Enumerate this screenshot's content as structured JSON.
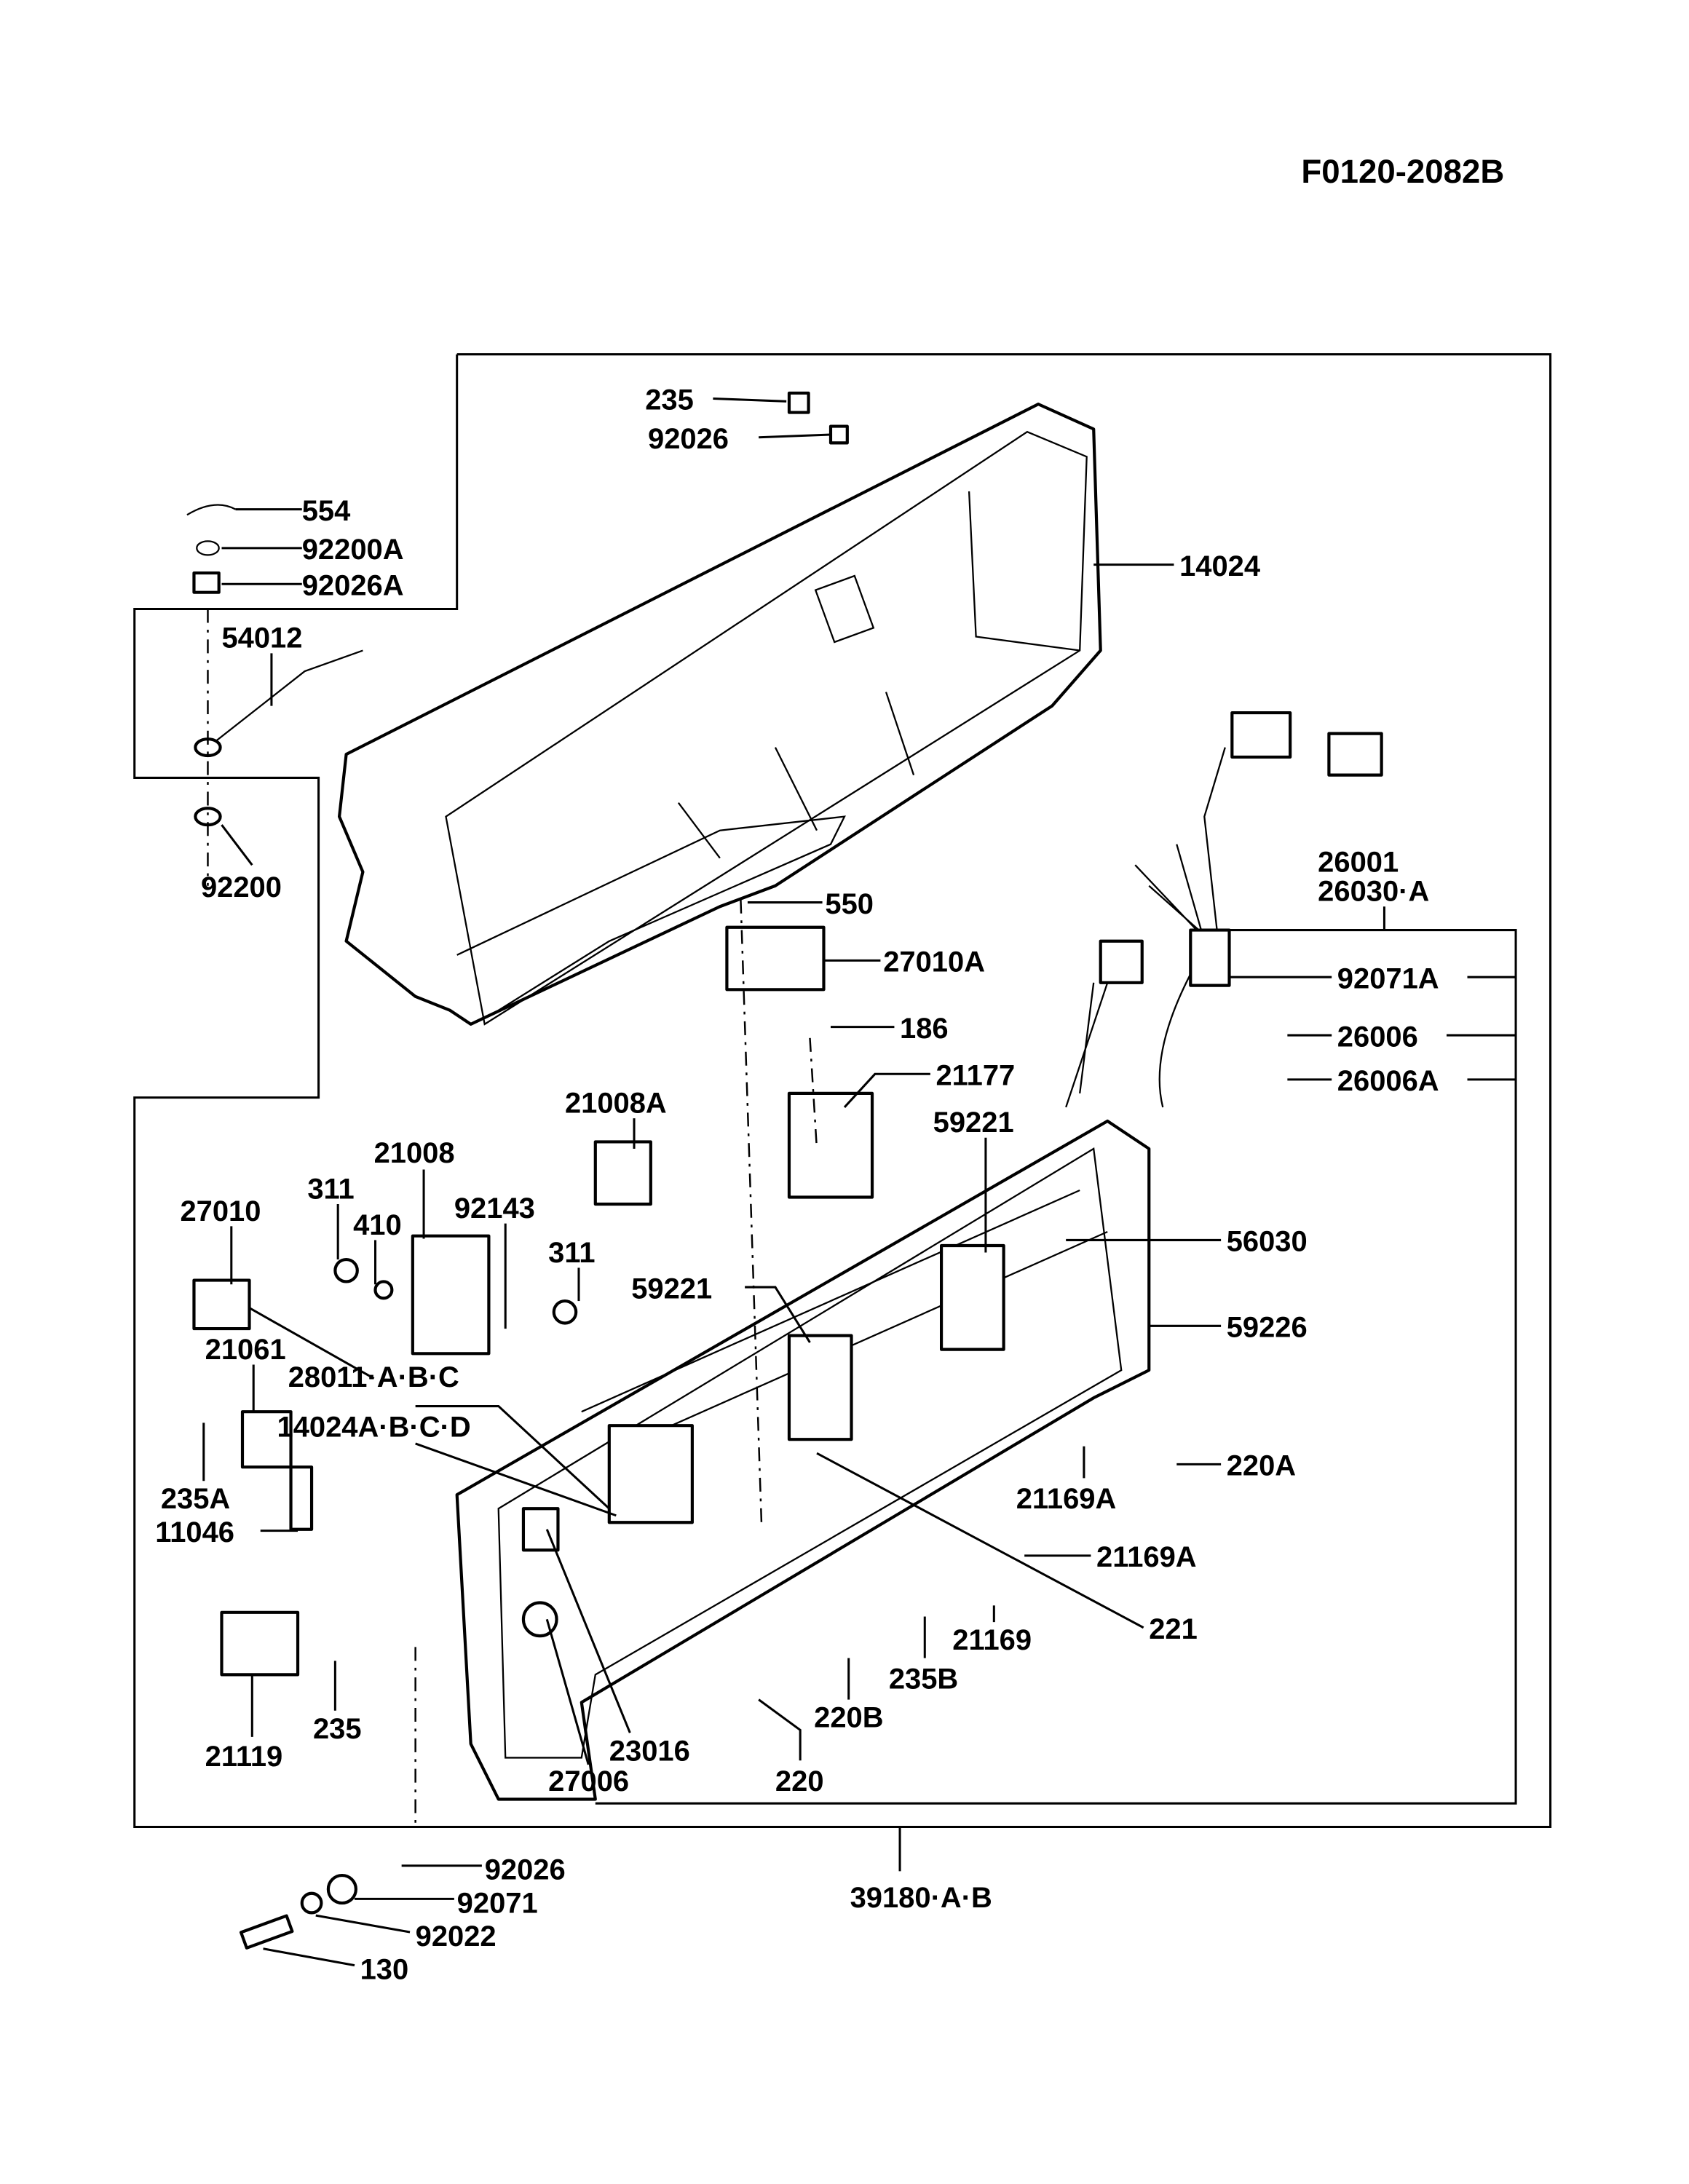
{
  "diagram_code": "F0120-2082B",
  "labels": {
    "p235_top": "235",
    "p92026_top": "92026",
    "p554": "554",
    "p92200A": "92200A",
    "p92026A": "92026A",
    "p54012": "54012",
    "p92200": "92200",
    "p14024": "14024",
    "p26001": "26001",
    "p26030A": "26030·A",
    "p550": "550",
    "p27010A": "27010A",
    "p92071A": "92071A",
    "p186": "186",
    "p26006": "26006",
    "p21177": "21177",
    "p26006A": "26006A",
    "p21008A": "21008A",
    "p59221_top": "59221",
    "p21008": "21008",
    "p311_a": "311",
    "p27010": "27010",
    "p410": "410",
    "p92143": "92143",
    "p311_b": "311",
    "p56030": "56030",
    "p59221_mid": "59221",
    "p59226": "59226",
    "p21061": "21061",
    "p28011": "28011·A·B·C",
    "p14024A": "14024A·B·C·D",
    "p220A": "220A",
    "p235A": "235A",
    "p21169A_a": "21169A",
    "p11046": "11046",
    "p21169A_b": "21169A",
    "p221": "221",
    "p21169": "21169",
    "p235B": "235B",
    "p235_bot": "235",
    "p220B": "220B",
    "p21119": "21119",
    "p23016": "23016",
    "p27006": "27006",
    "p220": "220",
    "p92026_bot": "92026",
    "p92071": "92071",
    "p92022": "92022",
    "p130": "130",
    "p39180": "39180·A·B"
  }
}
